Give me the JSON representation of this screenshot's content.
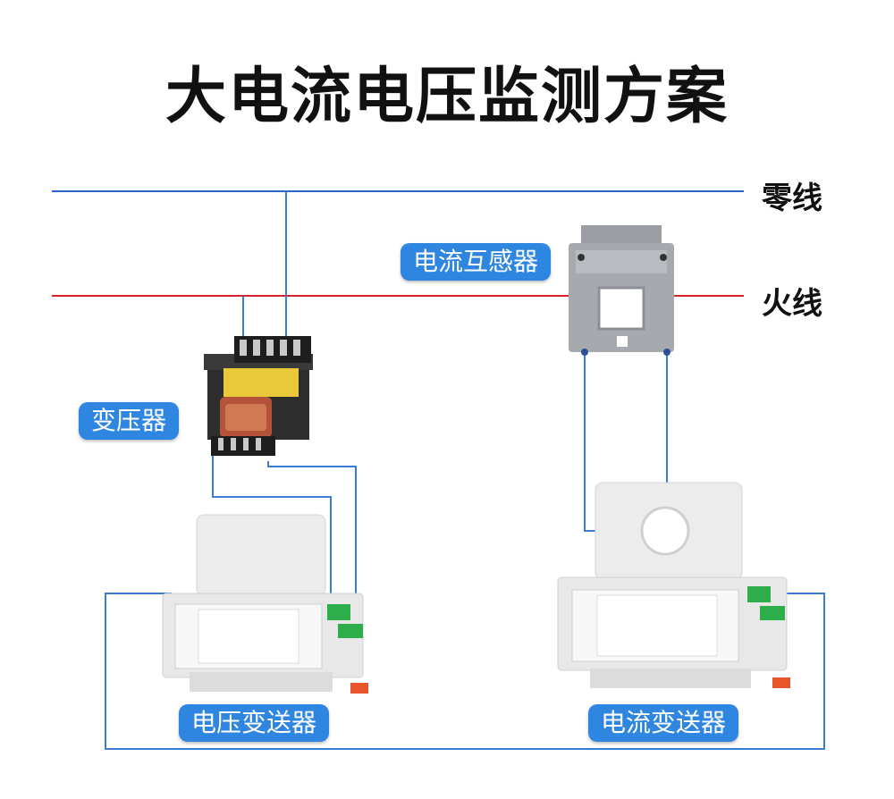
{
  "title": "大电流电压监测方案",
  "lines": {
    "neutral_label": "零线",
    "live_label": "火线",
    "neutral_color": "#2b63c9",
    "live_color": "#d8222a"
  },
  "components": {
    "current_transformer": "电流互感器",
    "transformer": "变压器",
    "voltage_transmitter": "电压变送器",
    "current_transmitter": "电流变送器"
  },
  "colors": {
    "tag_bg": "#2f86e0",
    "wire": "#3a7bd5",
    "terminal_green": "#2eae4a",
    "latch_orange": "#e8552a"
  }
}
